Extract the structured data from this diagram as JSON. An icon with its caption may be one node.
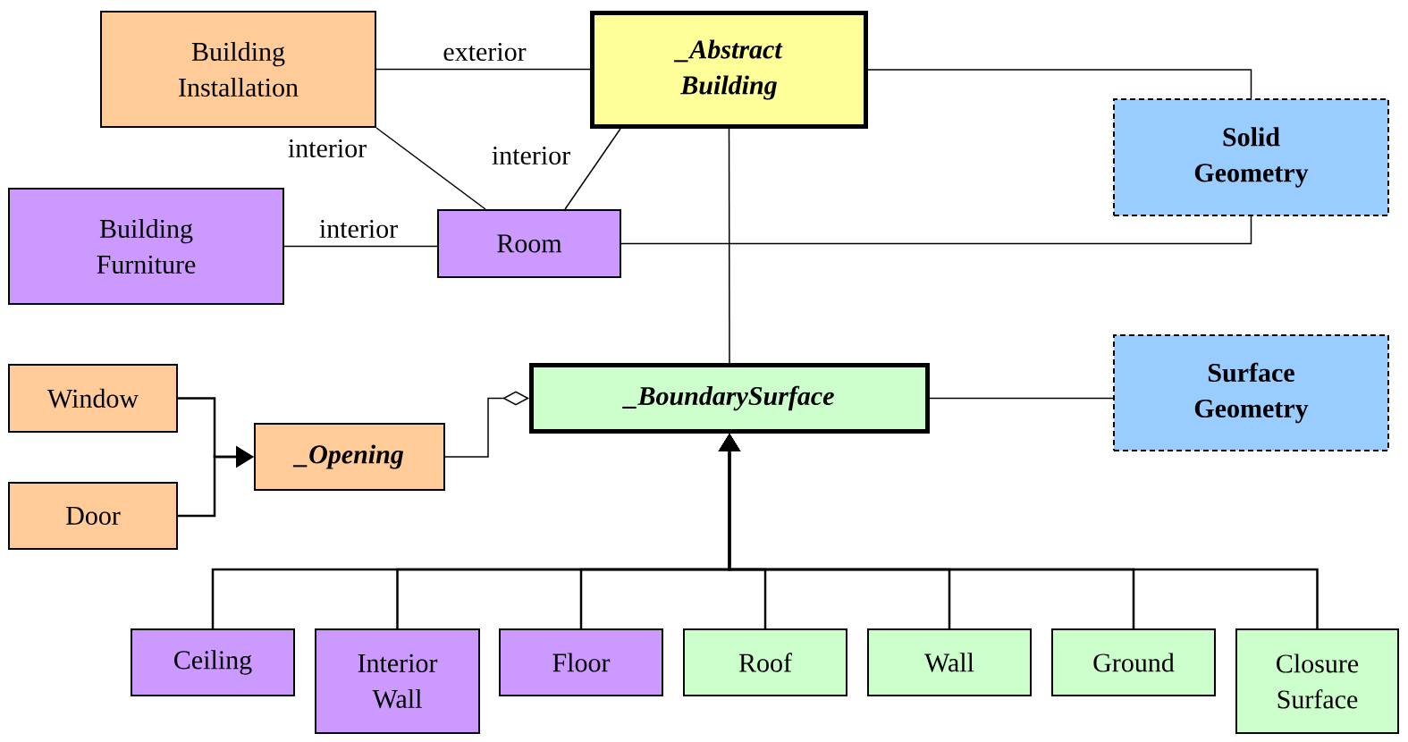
{
  "diagram": {
    "nodes": [
      {
        "text": [
          "Building Installation"
        ]
      },
      {
        "text": [
          "_Abstract Building"
        ]
      },
      {
        "text": [
          "Solid Geometry"
        ]
      },
      {
        "text": [
          "Building Furniture"
        ]
      },
      {
        "text": [
          "Room"
        ]
      },
      {
        "text": [
          "Window"
        ]
      },
      {
        "text": [
          "_Opening"
        ]
      },
      {
        "text": [
          "_BoundarySurface"
        ]
      },
      {
        "text": [
          "Surface Geometry"
        ]
      },
      {
        "text": [
          "Door"
        ]
      },
      {
        "text": [
          "Ceiling"
        ]
      },
      {
        "text": [
          "Interior Wall"
        ]
      },
      {
        "text": [
          "Floor"
        ]
      },
      {
        "text": [
          "Roof"
        ]
      },
      {
        "text": [
          "Wall"
        ]
      },
      {
        "text": [
          "Ground"
        ]
      },
      {
        "text": [
          "Closure Surface"
        ]
      }
    ],
    "edges": [
      {
        "from": 0,
        "to": 1,
        "arrow": "none",
        "label": "exterior"
      },
      {
        "from": 0,
        "to": 4,
        "arrow": "none",
        "label": "interior"
      },
      {
        "from": 4,
        "to": 1,
        "arrow": "none",
        "label": "interior"
      },
      {
        "from": 1,
        "to": 2,
        "arrow": "none"
      },
      {
        "from": 4,
        "to": 2,
        "arrow": "none"
      },
      {
        "from": 3,
        "to": 4,
        "arrow": "none",
        "label": "interior"
      },
      {
        "from": 1,
        "to": 7,
        "arrow": "none"
      },
      {
        "from": 7,
        "to": 8,
        "arrow": "none"
      },
      {
        "from": 6,
        "to": 7,
        "arrow": "other"
      },
      {
        "from": 5,
        "to": 6,
        "arrow": "to"
      },
      {
        "from": 9,
        "to": 6,
        "arrow": "to"
      },
      {
        "from": 10,
        "to": 7,
        "arrow": "to"
      },
      {
        "from": 11,
        "to": 7,
        "arrow": "to"
      },
      {
        "from": 12,
        "to": 7,
        "arrow": "to"
      },
      {
        "from": 13,
        "to": 7,
        "arrow": "to"
      },
      {
        "from": 14,
        "to": 7,
        "arrow": "to"
      },
      {
        "from": 15,
        "to": 7,
        "arrow": "to"
      },
      {
        "from": 16,
        "to": 7,
        "arrow": "to"
      }
    ]
  }
}
